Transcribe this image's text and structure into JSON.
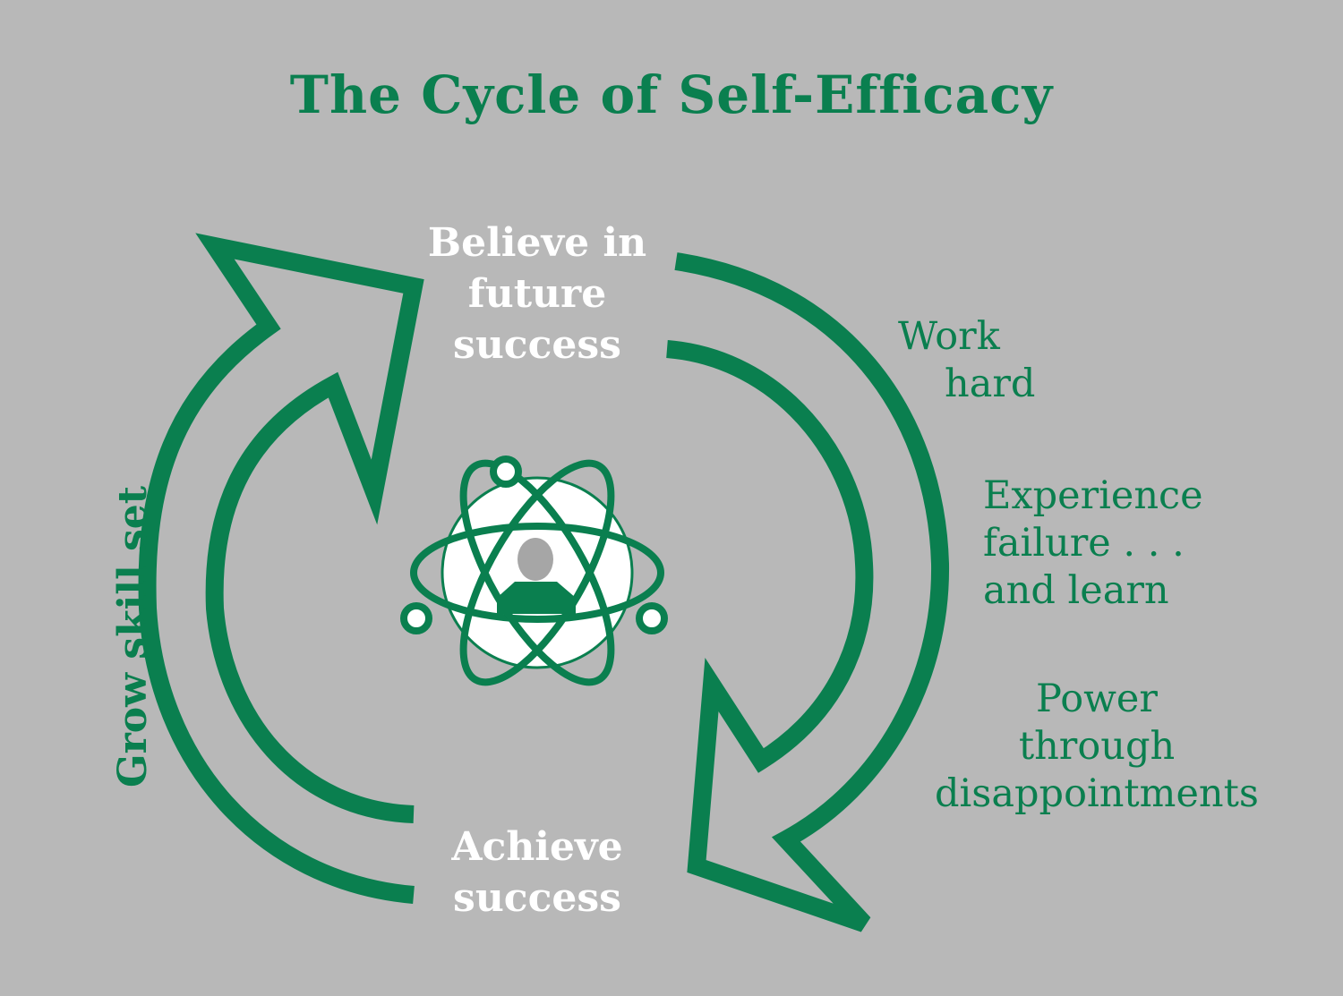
{
  "title": "The Cycle of Self-Efficacy",
  "colors": {
    "background": "#b8b8b8",
    "accent": "#0a7f4f",
    "node_text": "#ffffff",
    "person": "#a6a6a6"
  },
  "top_node": {
    "lines": [
      "Believe in",
      "future",
      "success"
    ]
  },
  "bottom_node": {
    "lines": [
      "Achieve",
      "success"
    ]
  },
  "left_label": "Grow skill set",
  "right_steps": [
    {
      "lines": [
        "Work",
        "hard"
      ]
    },
    {
      "lines": [
        "Experience",
        "failure . . .",
        "and learn"
      ]
    },
    {
      "lines": [
        "Power",
        "through",
        "disappointments"
      ]
    }
  ],
  "center_icon": "atom-person-icon"
}
